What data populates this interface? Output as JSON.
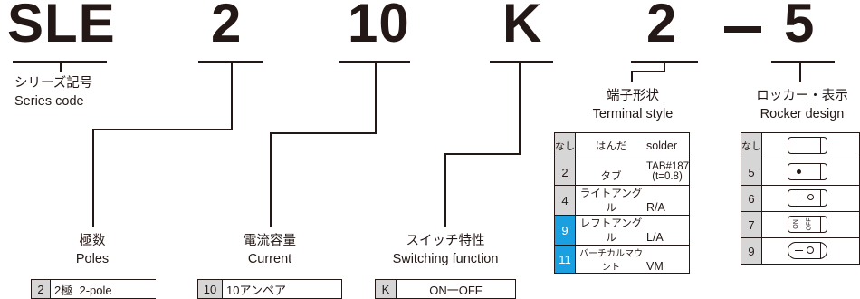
{
  "code_parts": {
    "series": "SLE",
    "poles": "2",
    "current": "10",
    "switching": "K",
    "terminal": "2",
    "separator": "-",
    "rocker": "5"
  },
  "series_label": {
    "ja": "シリーズ記号",
    "en": "Series code"
  },
  "poles": {
    "title_ja": "極数",
    "title_en": "Poles",
    "row": {
      "code": "2",
      "ja": "2極",
      "en": "2-pole"
    }
  },
  "current": {
    "title_ja": "電流容量",
    "title_en": "Current",
    "row": {
      "code": "10",
      "ja": "10アンペア"
    }
  },
  "switching": {
    "title_ja": "スイッチ特性",
    "title_en": "Switching function",
    "row": {
      "code": "K",
      "desc": "ON一OFF"
    }
  },
  "terminal": {
    "title_ja": "端子形状",
    "title_en": "Terminal style",
    "rows": [
      {
        "code": "なし",
        "ja": "はんだ",
        "en": "solder",
        "highlight": false
      },
      {
        "code": "2",
        "ja": "タブ",
        "en": "TAB#187",
        "en2": "(t=0.8)",
        "highlight": false
      },
      {
        "code": "4",
        "ja": "ライトアングル",
        "en": "R/A",
        "highlight": false
      },
      {
        "code": "9",
        "ja": "レフトアングル",
        "en": "L/A",
        "highlight": true
      },
      {
        "code": "11",
        "ja": "バーチカルマウント",
        "en": "VM",
        "highlight": true
      }
    ]
  },
  "rocker": {
    "title_ja": "ロッカー・表示",
    "title_en": "Rocker design",
    "rows": [
      {
        "code": "なし",
        "marking": "blank"
      },
      {
        "code": "5",
        "marking": "dot"
      },
      {
        "code": "6",
        "marking": "line-circle"
      },
      {
        "code": "7",
        "marking": "on-off",
        "mark_on": "ON",
        "mark_off": "OFF"
      },
      {
        "code": "9",
        "marking": "dash-circle"
      }
    ]
  },
  "colors": {
    "ink": "#231815",
    "code_bg": "#d6d6d6",
    "highlight": "#1aa0e0"
  }
}
